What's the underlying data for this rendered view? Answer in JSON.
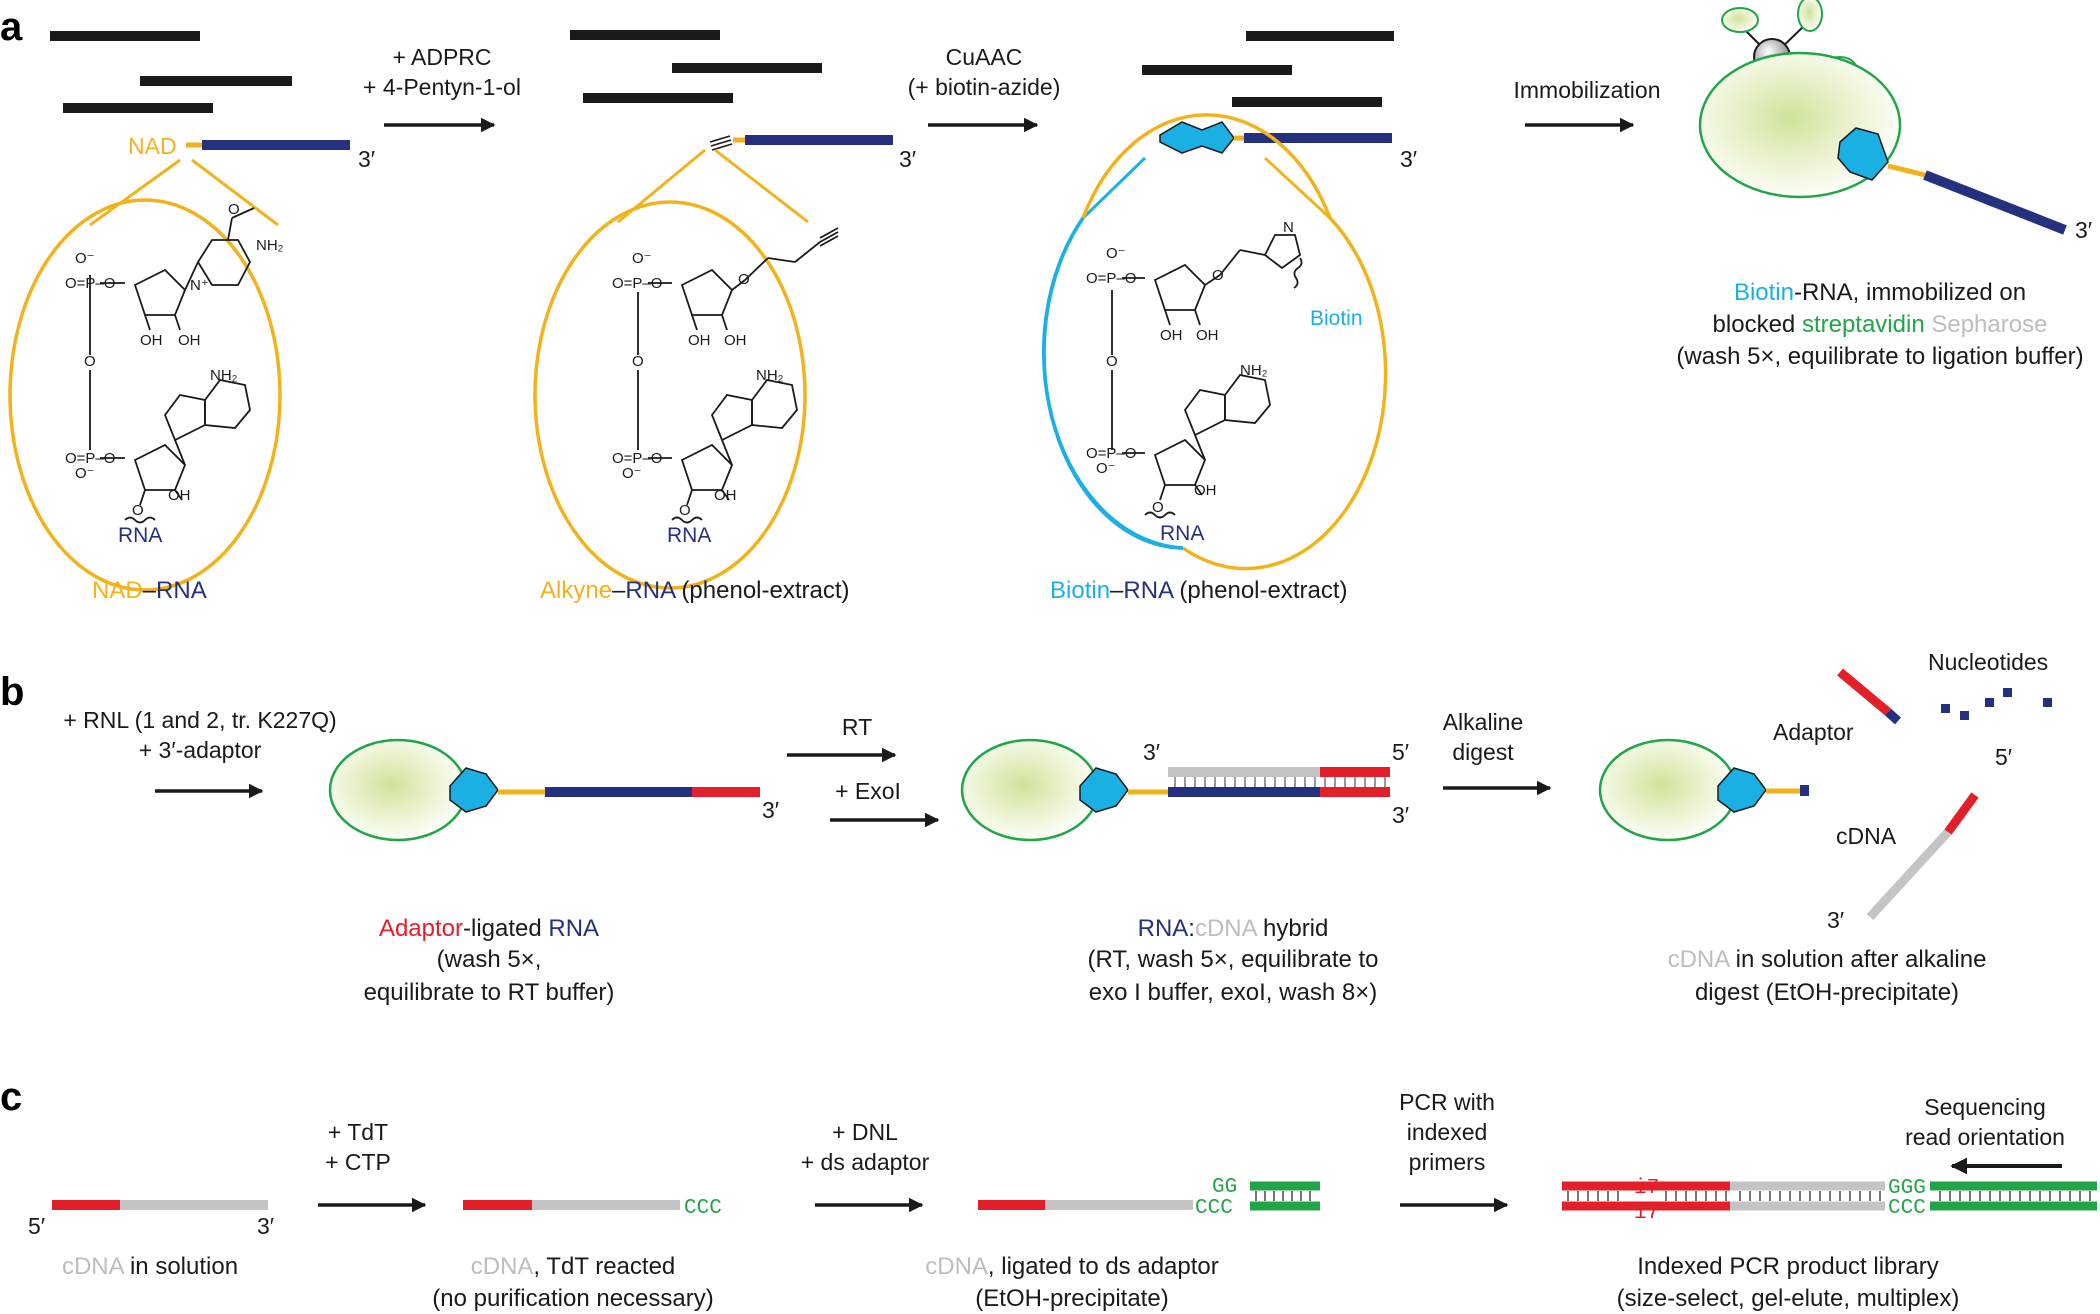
{
  "panels": {
    "a": "a",
    "b": "b",
    "c": "c"
  },
  "colors": {
    "nad": "#f2b21b",
    "rna": "#25317e",
    "adaptor": "#e3202a",
    "cdna": "#c4c4c4",
    "biotin": "#1bb0e3",
    "streptavidin": "#22a548",
    "sepharose": "#bdbdbd",
    "bead_border": "#22a548",
    "black": "#1a1a1a"
  },
  "icons": [
    "biotin-shape-icon",
    "streptavidin-bead-icon",
    "sepharose-bead-icon",
    "arrow-icon"
  ],
  "panel_a": {
    "nad_label": "NAD",
    "three_prime": "3′",
    "step1": {
      "line1": "+ ADPRC",
      "line2": "+ 4-Pentyn-1-ol"
    },
    "step2": {
      "line1": "CuAAC",
      "line2": "(+ biotin-azide)"
    },
    "step3": {
      "line1": "Immobilization"
    },
    "chem": {
      "o_minus": "O⁻",
      "o": "O",
      "op": "O=P–O",
      "o_p_o": "O=P",
      "oh": "OH",
      "nh2": "NH₂",
      "o_nh2": "O",
      "n": "N",
      "n_plus": "N⁺",
      "rna": "RNA",
      "biotin": "Biotin"
    },
    "captions": {
      "nad_rna": {
        "nad": "NAD",
        "dash": "–",
        "rna": "RNA"
      },
      "alkyne_rna": {
        "alkyne": "Alkyne",
        "dash": "–",
        "rna": "RNA",
        "rest": " (phenol-extract)"
      },
      "biotin_rna": {
        "biotin": "Biotin",
        "dash": "–",
        "rna": "RNA",
        "rest": " (phenol-extract)"
      },
      "immobilized": {
        "biotin": "Biotin",
        "rest1": "-RNA, immobilized on",
        "blocked": "blocked ",
        "streptavidin": "streptavidin",
        "sepharose": " Sepharose",
        "line3": "(wash 5×, equilibrate to ligation buffer)"
      }
    }
  },
  "panel_b": {
    "step1": {
      "line1": "+ RNL (1 and 2, tr. K227Q)",
      "line2": "+ 3′-adaptor"
    },
    "step2": {
      "rt": "RT",
      "exo": "+ ExoI"
    },
    "step3": {
      "line1": "Alkaline",
      "line2": "digest"
    },
    "three_prime": "3′",
    "five_prime": "5′",
    "labels": {
      "nucleotides": "Nucleotides",
      "adaptor": "Adaptor",
      "cdna": "cDNA"
    },
    "captions": {
      "ligated": {
        "adaptor": "Adaptor",
        "rest": "-ligated ",
        "rna": "RNA",
        "line2": "(wash 5×,",
        "line3": "equilibrate to RT buffer)"
      },
      "hybrid": {
        "rna": "RNA",
        "colon": ":",
        "cdna": "cDNA",
        "rest": " hybrid",
        "line2": "(RT, wash 5×, equilibrate to",
        "line3": "exo I buffer, exoI, wash 8×)"
      },
      "solution": {
        "cdna": "cDNA",
        "rest": " in solution after alkaline",
        "line2": "digest (EtOH-precipitate)"
      }
    }
  },
  "panel_c": {
    "five_prime": "5′",
    "three_prime": "3′",
    "step1": {
      "line1": "+ TdT",
      "line2": "+ CTP"
    },
    "step2": {
      "line1": "+ DNL",
      "line2": "+ ds adaptor"
    },
    "step3": {
      "line1": "PCR with",
      "line2": "indexed",
      "line3": "primers"
    },
    "seq": {
      "ccc": "CCC",
      "gg": "GG",
      "ggg": "GGG",
      "i7": "i7"
    },
    "sequencing": {
      "line1": "Sequencing",
      "line2": "read orientation"
    },
    "captions": {
      "in_solution": {
        "cdna": "cDNA",
        "rest": " in solution"
      },
      "tdt": {
        "cdna": "cDNA",
        "rest": ", TdT reacted",
        "line2": "(no purification necessary)"
      },
      "ligated": {
        "cdna": "cDNA",
        "rest": ", ligated to ds adaptor",
        "line2": "(EtOH-precipitate)"
      },
      "library": {
        "line1": "Indexed PCR product library",
        "line2": "(size-select, gel-elute, multiplex)"
      }
    }
  }
}
